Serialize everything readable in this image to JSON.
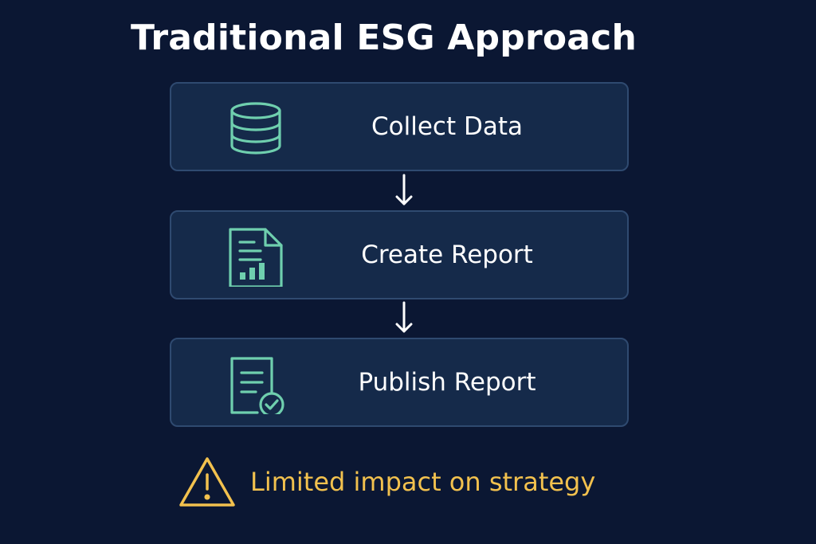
{
  "title": "Traditional ESG Approach",
  "colors": {
    "background": "#0b1733",
    "box_fill": "#152a4a",
    "box_border": "#2f4a70",
    "icon_accent": "#6fcfae",
    "warning": "#f2c14e",
    "text": "#ffffff"
  },
  "steps": [
    {
      "label": "Collect Data",
      "icon": "database-icon"
    },
    {
      "label": "Create Report",
      "icon": "report-chart-icon"
    },
    {
      "label": "Publish Report",
      "icon": "document-check-icon"
    }
  ],
  "warning": {
    "text": "Limited impact on strategy",
    "icon": "warning-triangle-icon"
  }
}
